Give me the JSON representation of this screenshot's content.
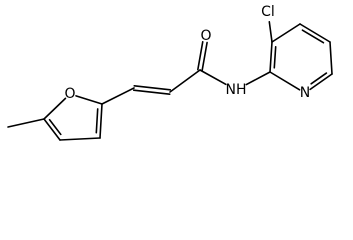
{
  "molecule": {
    "atoms": [
      {
        "id": "me",
        "label": ""
      },
      {
        "id": "c5",
        "label": ""
      },
      {
        "id": "o1",
        "label": "O"
      },
      {
        "id": "c2",
        "label": ""
      },
      {
        "id": "c3",
        "label": ""
      },
      {
        "id": "c4",
        "label": ""
      },
      {
        "id": "ca",
        "label": ""
      },
      {
        "id": "cb",
        "label": ""
      },
      {
        "id": "cc",
        "label": ""
      },
      {
        "id": "oc",
        "label": "O"
      },
      {
        "id": "n",
        "label": "NH"
      },
      {
        "id": "p2",
        "label": ""
      },
      {
        "id": "p3",
        "label": ""
      },
      {
        "id": "cl",
        "label": "Cl"
      },
      {
        "id": "p4",
        "label": ""
      },
      {
        "id": "p5",
        "label": ""
      },
      {
        "id": "p6",
        "label": ""
      },
      {
        "id": "pn",
        "label": "N"
      }
    ],
    "bonds": [
      {
        "a": "me",
        "b": "c5",
        "order": 1
      },
      {
        "a": "c5",
        "b": "o1",
        "order": 1
      },
      {
        "a": "o1",
        "b": "c2",
        "order": 1
      },
      {
        "a": "c2",
        "b": "c3",
        "order": 2
      },
      {
        "a": "c3",
        "b": "c4",
        "order": 1
      },
      {
        "a": "c4",
        "b": "c5",
        "order": 2
      },
      {
        "a": "c2",
        "b": "ca",
        "order": 1
      },
      {
        "a": "ca",
        "b": "cb",
        "order": 2
      },
      {
        "a": "cb",
        "b": "cc",
        "order": 1
      },
      {
        "a": "cc",
        "b": "oc",
        "order": 2
      },
      {
        "a": "cc",
        "b": "n",
        "order": 1
      },
      {
        "a": "n",
        "b": "p2",
        "order": 1
      },
      {
        "a": "p2",
        "b": "p3",
        "order": 2
      },
      {
        "a": "p3",
        "b": "cl",
        "order": 1
      },
      {
        "a": "p3",
        "b": "p4",
        "order": 1
      },
      {
        "a": "p4",
        "b": "p5",
        "order": 2
      },
      {
        "a": "p5",
        "b": "p6",
        "order": 1
      },
      {
        "a": "p6",
        "b": "pn",
        "order": 2
      },
      {
        "a": "pn",
        "b": "p2",
        "order": 1
      }
    ]
  }
}
